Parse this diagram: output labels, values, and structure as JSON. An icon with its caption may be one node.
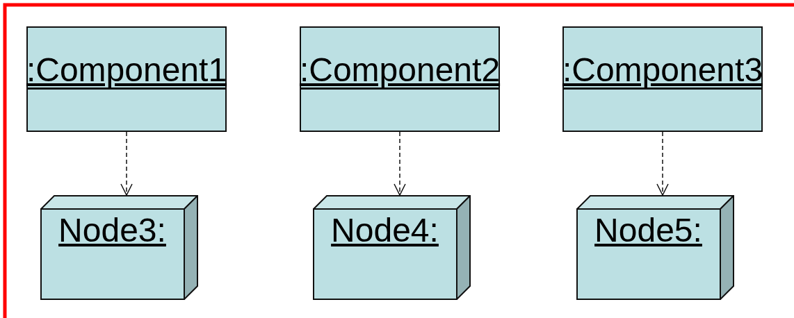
{
  "diagram": {
    "nodes": [
      {
        "text": [
          ":Component1"
        ]
      },
      {
        "text": [
          ":Component2"
        ]
      },
      {
        "text": [
          ":Component3"
        ]
      },
      {
        "text": [
          "Node3:"
        ]
      },
      {
        "text": [
          "Node4:"
        ]
      },
      {
        "text": [
          "Node5:"
        ]
      }
    ],
    "edges": [
      {
        "from": 0,
        "to": 3,
        "arrow": "to",
        "style": "dashed"
      },
      {
        "from": 1,
        "to": 4,
        "arrow": "to",
        "style": "dashed"
      },
      {
        "from": 2,
        "to": 5,
        "arrow": "to",
        "style": "dashed"
      }
    ]
  }
}
